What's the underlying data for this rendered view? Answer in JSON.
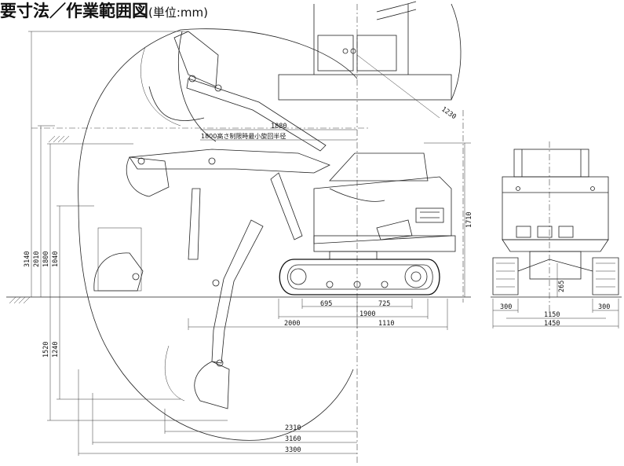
{
  "title": {
    "main": "要寸法／作業範囲図",
    "unit": "(単位:mm)"
  },
  "side_view": {
    "horizontal_dims": {
      "top_1880": "1880",
      "note_1800": "1800高さ制限時最小旋回半径",
      "track_695": "695",
      "track_725": "725",
      "track_1900": "1900",
      "reach_2000": "2000",
      "tail_1110": "1110",
      "depth_reach_2310": "2310",
      "reach_3160": "3160",
      "reach_3300": "3300"
    },
    "vertical_dims": {
      "height_3140": "3140",
      "height_2010": "2010",
      "height_1800": "1800",
      "height_1040": "1040",
      "depth_1520": "1520",
      "depth_1240": "1240",
      "cab_1710": "1710"
    },
    "plan_radius": "1230"
  },
  "front_view": {
    "dims": {
      "shoe_left_300": "300",
      "shoe_right_300": "300",
      "gauge_1150": "1150",
      "width_1450": "1450",
      "clearance_265": "265"
    }
  }
}
